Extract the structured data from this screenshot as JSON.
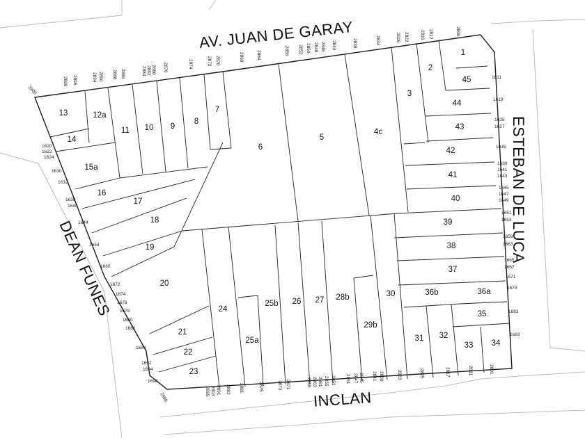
{
  "streets": {
    "north": "AV. JUAN DE GARAY",
    "east": "ESTEBAN DE LUCA",
    "south": "INCLAN",
    "west": "DEAN FUNES"
  },
  "lots": [
    "1",
    "2",
    "3",
    "4c",
    "5",
    "6",
    "7",
    "8",
    "9",
    "10",
    "11",
    "12a",
    "13",
    "14",
    "15a",
    "16",
    "17",
    "18",
    "19",
    "20",
    "21",
    "22",
    "23",
    "24",
    "25a",
    "25b",
    "26",
    "27",
    "28b",
    "29b",
    "30",
    "31",
    "32",
    "33",
    "34",
    "35",
    "36a",
    "36b",
    "37",
    "38",
    "39",
    "40",
    "41",
    "42",
    "43",
    "44",
    "45"
  ],
  "door_numbers": {
    "north": [
      "2806",
      "2812",
      "2816",
      "2822",
      "2826",
      "2834",
      "2838",
      "2844",
      "2846",
      "2848",
      "2850",
      "2852",
      "2856",
      "2864",
      "2868",
      "2870",
      "2872",
      "2874",
      "2876",
      "2880",
      "2882",
      "2884",
      "2886",
      "2888",
      "2890",
      "2894",
      "2896",
      "2898",
      "2900"
    ],
    "east": [
      "1611",
      "1619",
      "1625",
      "1627",
      "1635",
      "1639",
      "1641",
      "1643",
      "1645",
      "1647",
      "1649",
      "1651",
      "1653",
      "1659",
      "1663",
      "1665",
      "1667",
      "1671",
      "1673",
      "1683",
      "1683"
    ],
    "south": [
      "2801",
      "2811",
      "2817",
      "2825",
      "2833",
      "2839",
      "2841",
      "2845",
      "2847",
      "2851",
      "2853",
      "2855",
      "2861",
      "2863",
      "2865",
      "2871",
      "2873",
      "2875",
      "2881",
      "2883",
      "2891",
      "2893",
      "2895",
      "2899"
    ],
    "west": [
      "1620",
      "1622",
      "1624",
      "1630",
      "1632",
      "1638",
      "1640",
      "1644",
      "1654",
      "1660",
      "1672",
      "1674",
      "1676",
      "1678",
      "1680",
      "1682",
      "1684",
      "1692",
      "1694",
      "1698"
    ]
  }
}
